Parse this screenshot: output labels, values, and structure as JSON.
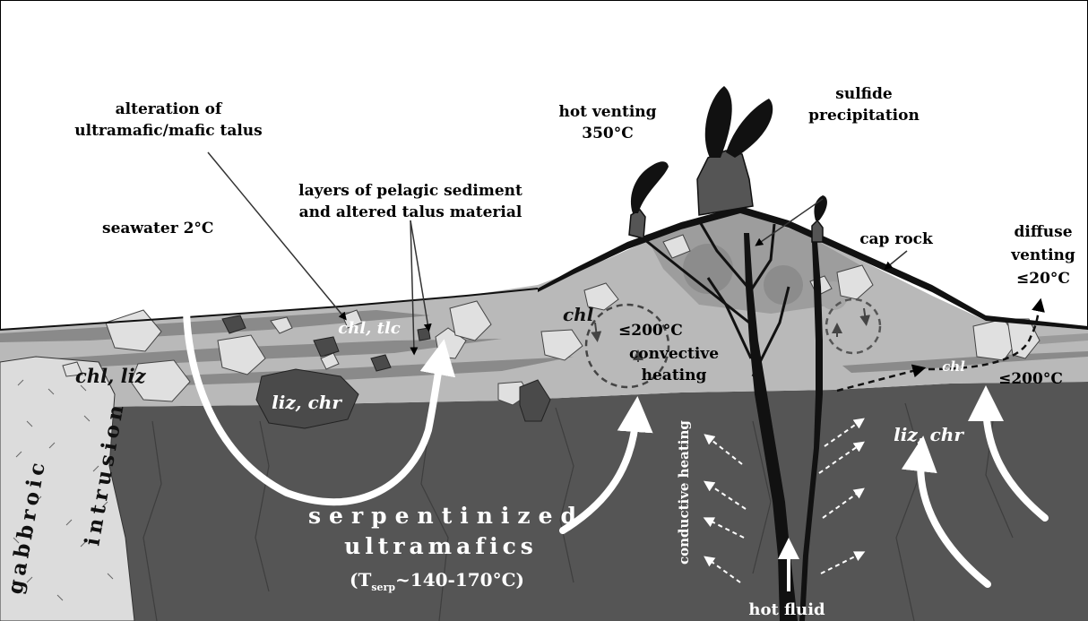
{
  "labels": {
    "alteration_line1": "alteration of",
    "alteration_line2": "ultramafic/mafic talus",
    "layers_line1": "layers of pelagic sediment",
    "layers_line2": "and altered talus material",
    "seawater": "seawater 2°C",
    "hot_venting_line1": "hot venting",
    "hot_venting_line2": "350°C",
    "sulfide_line1": "sulfide",
    "sulfide_line2": "precipitation",
    "cap_rock": "cap rock",
    "diffuse_line1": "diffuse",
    "diffuse_line2": "venting",
    "diffuse_line3": "≤20°C",
    "chl_tlc": "chl, tlc",
    "chl_liz": "chl, liz",
    "liz_chr_left": "liz, chr",
    "chl_mid": "chl",
    "temp_200_left": "≤200°C",
    "convective_line1": "convective",
    "convective_line2": "heating",
    "chl_right": "chl",
    "temp_200_right": "≤200°C",
    "liz_chr_right": "liz, chr",
    "conductive_heating": "conductive heating",
    "gabbroic": "gabbroic",
    "intrusion": "intrusion",
    "serp_line1": "serpentinized",
    "serp_line2": "ultramafics",
    "serp_temp_prefix": "(T",
    "serp_temp_sub": "serp",
    "serp_temp_suffix": "~140-170°C)",
    "hot_fluid": "hot fluid"
  },
  "colors": {
    "basement": "#555555",
    "talus_layer": "#b9b9b9",
    "dark_layer": "#8a8a8a",
    "gabbro": "#d9d9d9",
    "cap_rock": "#111111",
    "clast": "#e0e0e0",
    "dark_clast": "#4a4a4a"
  }
}
